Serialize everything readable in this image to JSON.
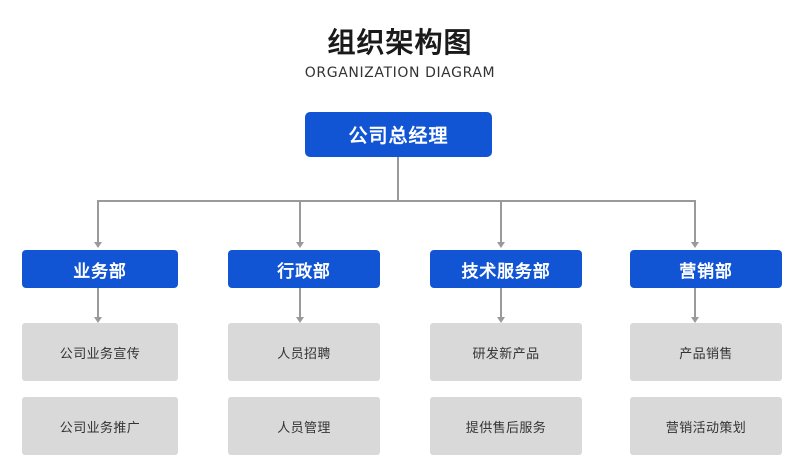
{
  "title": {
    "cn": "组织架构图",
    "en": "ORGANIZATION DIAGRAM"
  },
  "colors": {
    "primary_blue": "#1155d4",
    "task_gray": "#d9d9d9",
    "connector_gray": "#9a9a9a",
    "background": "#ffffff",
    "title_text": "#1a1a1a",
    "task_text": "#333333",
    "node_text": "#ffffff"
  },
  "chart_data": {
    "type": "diagram",
    "diagram_type": "organization-chart",
    "title": "组织架构图",
    "subtitle": "ORGANIZATION DIAGRAM",
    "levels": 3,
    "root": {
      "id": "root",
      "label": "公司总经理"
    },
    "departments": [
      {
        "id": "dept-1",
        "label": "业务部",
        "tasks": [
          "公司业务宣传",
          "公司业务推广"
        ]
      },
      {
        "id": "dept-2",
        "label": "行政部",
        "tasks": [
          "人员招聘",
          "人员管理"
        ]
      },
      {
        "id": "dept-3",
        "label": "技术服务部",
        "tasks": [
          "研发新产品",
          "提供售后服务"
        ]
      },
      {
        "id": "dept-4",
        "label": "营销部",
        "tasks": [
          "产品销售",
          "营销活动策划"
        ]
      }
    ]
  }
}
